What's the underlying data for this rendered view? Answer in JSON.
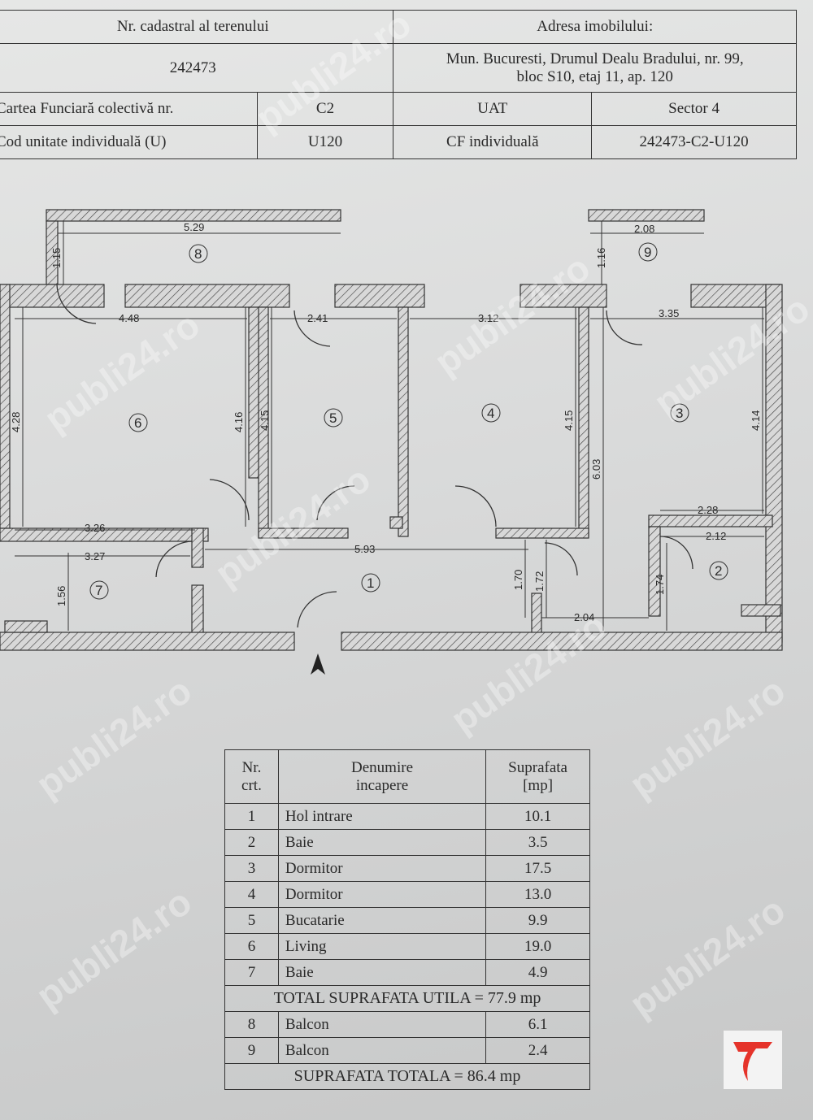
{
  "header": {
    "cadastral_label": "Nr. cadastral al terenului",
    "cadastral_value": "242473",
    "address_label": "Adresa imobilului:",
    "address_line1": "Mun. Bucuresti, Drumul Dealu Bradului, nr. 99,",
    "address_line2": "bloc S10, etaj 11, ap. 120",
    "cf_label": "Cartea Funciară colectivă nr.",
    "cf_value": "C2",
    "uat_label": "UAT",
    "uat_value": "Sector 4",
    "unit_label": "Cod unitate individuală (U)",
    "unit_value": "U120",
    "cfi_label": "CF individuală",
    "cfi_value": "242473-C2-U120"
  },
  "plan": {
    "dimensions": {
      "d529": "5.29",
      "d115": "1.15",
      "d208": "2.08",
      "d116": "1.16",
      "d448": "4.48",
      "d241": "2.41",
      "d312": "3.12",
      "d335": "3.35",
      "d428": "4.28",
      "d416": "4.16",
      "d415a": "4.15",
      "d415b": "4.15",
      "d603": "6.03",
      "d414": "4.14",
      "d228": "2.28",
      "d212": "2.12",
      "d326": "3.26",
      "d327": "3.27",
      "d593": "5.93",
      "d156": "1.56",
      "d170": "1.70",
      "d172": "1.72",
      "d174": "1.74",
      "d204": "2.04"
    },
    "room_numbers": [
      "1",
      "2",
      "3",
      "4",
      "5",
      "6",
      "7",
      "8",
      "9"
    ]
  },
  "rooms_table": {
    "col_nr": [
      "Nr.",
      "crt."
    ],
    "col_name": [
      "Denumire",
      "incapere"
    ],
    "col_area": [
      "Suprafata",
      "[mp]"
    ],
    "rows": [
      {
        "nr": "1",
        "name": "Hol intrare",
        "area": "10.1"
      },
      {
        "nr": "2",
        "name": "Baie",
        "area": "3.5"
      },
      {
        "nr": "3",
        "name": "Dormitor",
        "area": "17.5"
      },
      {
        "nr": "4",
        "name": "Dormitor",
        "area": "13.0"
      },
      {
        "nr": "5",
        "name": "Bucatarie",
        "area": "9.9"
      },
      {
        "nr": "6",
        "name": "Living",
        "area": "19.0"
      },
      {
        "nr": "7",
        "name": "Baie",
        "area": "4.9"
      }
    ],
    "total_util": "TOTAL SUPRAFATA UTILA = 77.9 mp",
    "balcony_rows": [
      {
        "nr": "8",
        "name": "Balcon",
        "area": "6.1"
      },
      {
        "nr": "9",
        "name": "Balcon",
        "area": "2.4"
      }
    ],
    "total": "SUPRAFATA TOTALA = 86.4 mp"
  },
  "watermark": "publi24.ro",
  "colors": {
    "logo_red": "#e5332a",
    "ink": "#2a2a2a"
  }
}
